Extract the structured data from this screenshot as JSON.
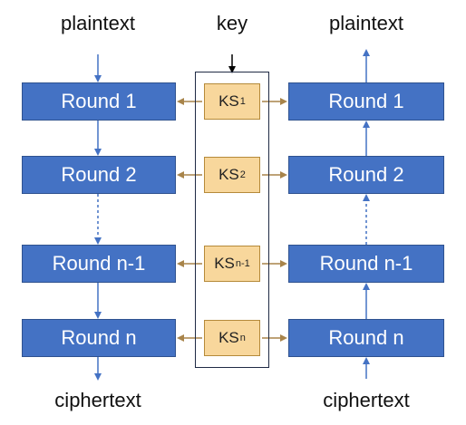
{
  "top_labels": {
    "left": "plaintext",
    "center": "key",
    "right": "plaintext"
  },
  "bottom_labels": {
    "left": "ciphertext",
    "right": "ciphertext"
  },
  "encrypt_rounds": [
    "Round 1",
    "Round 2",
    "Round n-1",
    "Round n"
  ],
  "decrypt_rounds": [
    "Round 1",
    "Round 2",
    "Round n-1",
    "Round n"
  ],
  "key_schedule": [
    {
      "base": "KS",
      "sub": "1"
    },
    {
      "base": "KS",
      "sub": "2"
    },
    {
      "base": "KS",
      "sub": "n-1"
    },
    {
      "base": "KS",
      "sub": "n"
    }
  ],
  "colors": {
    "round_fill": "#4472c4",
    "ks_fill": "#f8d79c",
    "flow_arrow": "#4472c4",
    "key_arrow": "#a8844a"
  }
}
